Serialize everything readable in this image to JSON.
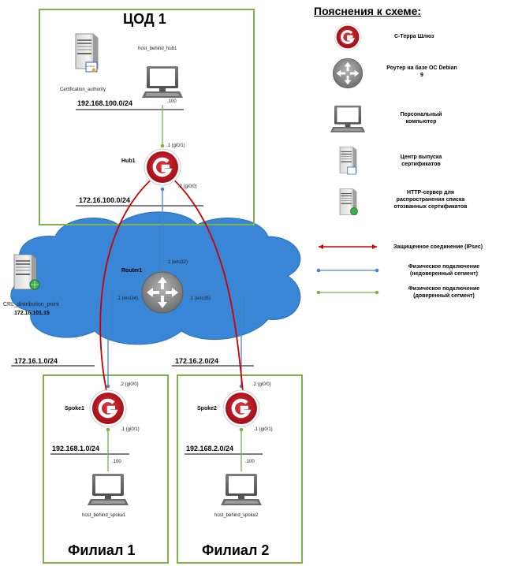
{
  "zones": {
    "hub_zone": "ЦОД 1",
    "branch1": "Филиал 1",
    "branch2": "Филиал 2"
  },
  "subnets": {
    "hub_lan": "192.168.100.0/24",
    "hub_wan": "172.16.100.0/24",
    "branch1_wan": "172.16.1.0/24",
    "branch2_wan": "172.16.2.0/24",
    "branch1_lan": "192.168.1.0/24",
    "branch2_lan": "192.168.2.0/24"
  },
  "devices": {
    "hub": "Hub1",
    "router": "Router1",
    "spoke1": "Spoke1",
    "spoke2": "Spoke2",
    "host_hub": "host_behind_hub1",
    "host_spoke1": "host_behind_spoke1",
    "host_spoke2": "host_behind_spoke2",
    "ca": "Certification_authority",
    "crl": "CRL_distribution_point",
    "crl_ip": "172.16.101.15"
  },
  "interfaces": {
    "host_hub_ip": ".100",
    "hub_gi01": ".1 (gi0/1)",
    "hub_gi00": ".2 (gi0/0)",
    "router_ens32": ".1 (ens32)",
    "router_ens34": ".1 (ens34)",
    "router_ens35": ".1 (ens35)",
    "spoke1_gi00": ".2 (gi0/0)",
    "spoke1_gi01": ".1 (gi0/1)",
    "spoke2_gi00": ".2 (gi0/0)",
    "spoke2_gi01": ".1 (gi0/1)",
    "host_spoke1_ip": ".100",
    "host_spoke2_ip": ".100"
  },
  "legend": {
    "title": "Пояснения к схеме:",
    "gateway": "С-Терра Шлюз",
    "router": "Роутер на базе ОС Debian 9",
    "pc": "Персональный компьютер",
    "ca": "Центр выпуска сертификатов",
    "http": "HTTP-сервер для распространения списка отозванных сертификатов",
    "ipsec": "Защищенное соединение (IPsec)",
    "untrusted": "Физическое подключение (недоверенный сегмент)",
    "trusted": "Физическое подключение (доверенный сегмент)"
  },
  "icons": {
    "gateway_letter": "G",
    "cert_label": "sertificat"
  },
  "colors": {
    "zone_border": "#7fb24a",
    "cloud": "#3a86d6",
    "gateway_red": "#c21a24",
    "router_gray": "#8a8a8a",
    "ipsec_red": "#cc0000",
    "untrusted_blue": "#4a86c5",
    "trusted_green": "#7fb24a"
  }
}
